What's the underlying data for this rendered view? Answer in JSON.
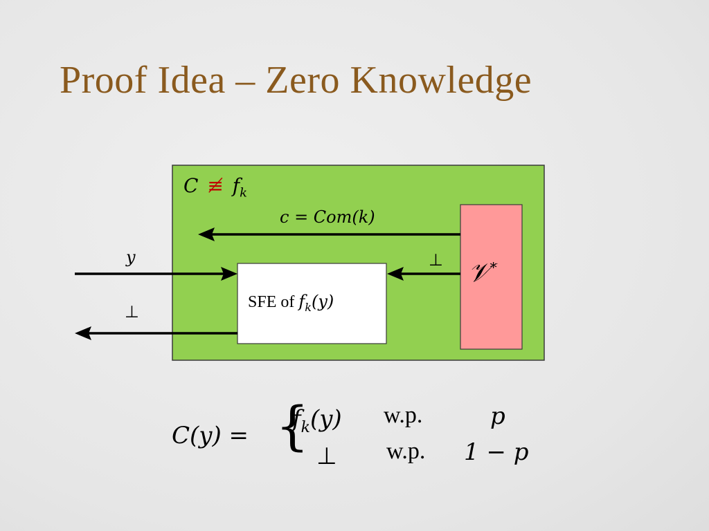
{
  "slide": {
    "title": "Proof Idea – Zero Knowledge"
  },
  "diagram": {
    "outer_box": {
      "label_left": "C",
      "label_neq": "≢",
      "label_right_base": "f",
      "label_right_sub": "k",
      "fill": "#92d050",
      "neq_color": "#c00000"
    },
    "commit_arrow_label": "c = Com(k)",
    "input_label": "y",
    "output_label": "⊥",
    "verifier_to_sfe_label": "⊥",
    "sfe_box": {
      "text_prefix": "SFE of ",
      "func_base": "f",
      "func_sub": "k",
      "func_arg": "(y)",
      "fill": "#ffffff"
    },
    "verifier_box": {
      "label": "𝒱",
      "superscript": "*",
      "fill": "#ff9999"
    }
  },
  "formula": {
    "lhs": "C(y) =",
    "brace": "{",
    "case1_value_base": "f",
    "case1_value_sub": "k",
    "case1_value_arg": "(y)",
    "case1_cond": "w.p.",
    "case1_prob": "p",
    "case2_value": "⊥",
    "case2_cond": "w.p.",
    "case2_prob": "1 − p"
  }
}
